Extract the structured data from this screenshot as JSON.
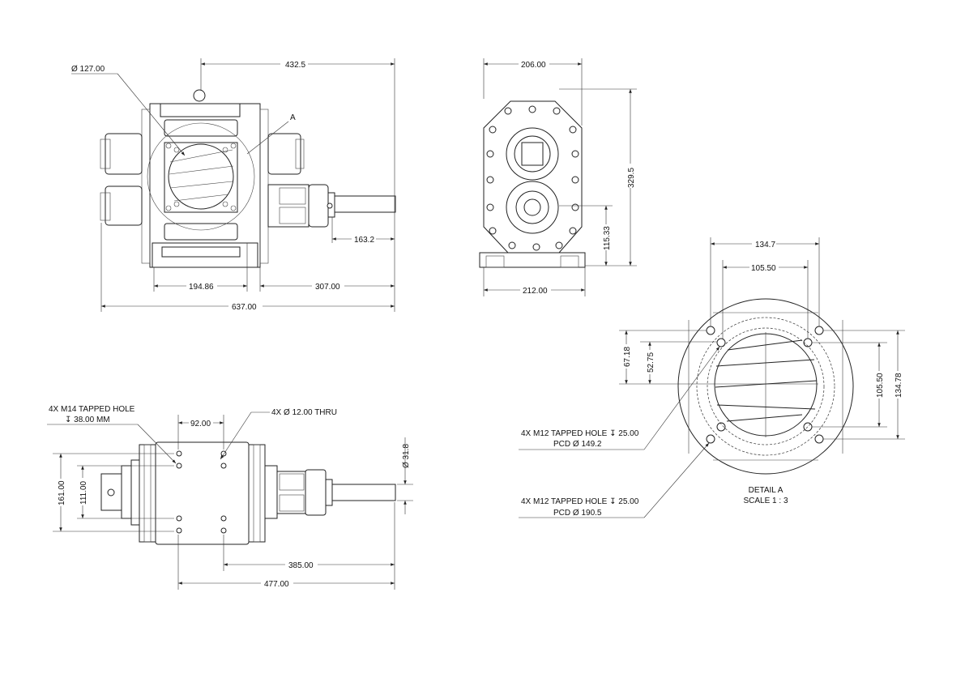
{
  "front_view": {
    "dia_bore": "Ø 127.00",
    "width_432": "432.5",
    "detail_marker": "A",
    "shaft_163": "163.2",
    "dim_194": "194.86",
    "dim_307": "307.00",
    "overall_637": "637.00"
  },
  "side_view": {
    "top_206": "206.00",
    "height_329": "329.5",
    "shaft_height": "115.33",
    "base_212": "212.00"
  },
  "bottom_view": {
    "note_tapped_line1": "4X M14 TAPPED HOLE",
    "note_tapped_line2": "↧ 38.00 MM",
    "note_thru": "4X Ø 12.00 THRU",
    "dim_92": "92.00",
    "dim_161": "161.00",
    "dim_111": "111.00",
    "shaft_dia": "Ø 31.8",
    "dim_385": "385.00",
    "dim_477": "477.00"
  },
  "detail_a": {
    "dim_134_7": "134.7",
    "dim_105_50_h": "105.50",
    "dim_67_18": "67.18",
    "dim_52_75": "52.75",
    "dim_105_50_v": "105.50",
    "dim_134_78": "134.78",
    "note1_line1": "4X M12 TAPPED HOLE ↧ 25.00",
    "note1_line2": "PCD Ø 149.2",
    "note2_line1": "4X M12 TAPPED HOLE ↧ 25.00",
    "note2_line2": "PCD Ø 190.5",
    "title": "DETAIL A",
    "scale": "SCALE 1 : 3"
  }
}
